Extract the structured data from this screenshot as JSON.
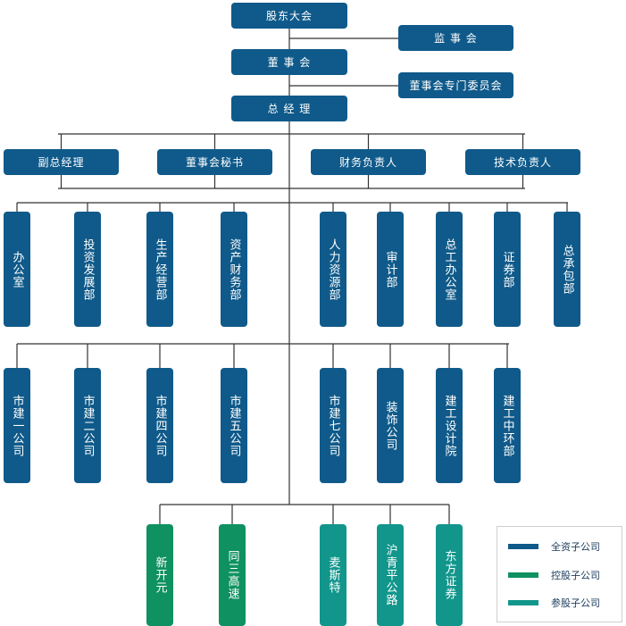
{
  "colors": {
    "full_owned": "#0f5a8a",
    "controlled": "#0f9162",
    "participating": "#12968c",
    "line": "#333333"
  },
  "top": {
    "shareholders": "股东大会",
    "supervisors": "监 事 会",
    "board": "董 事 会",
    "board_committees": "董事会专门委员会",
    "general_manager": "总 经 理"
  },
  "executives": [
    "副总经理",
    "董事会秘书",
    "财务负责人",
    "技术负责人"
  ],
  "departments": [
    "办公室",
    "投资发展部",
    "生产经营部",
    "资产财务部",
    "人力资源部",
    "审计部",
    "总工办公室",
    "证券部",
    "总承包部"
  ],
  "full_subsidiaries": [
    "市建一公司",
    "市建二公司",
    "市建四公司",
    "市建五公司",
    "市建七公司",
    "装饰公司",
    "建工设计院",
    "建工中环部"
  ],
  "held_companies": [
    {
      "name": "新开元",
      "kind": "controlled"
    },
    {
      "name": "同三高速",
      "kind": "controlled"
    },
    {
      "name": "麦斯特",
      "kind": "participating"
    },
    {
      "name": "沪青平公路",
      "kind": "participating"
    },
    {
      "name": "东方证券",
      "kind": "participating"
    }
  ],
  "legend": [
    {
      "label": "全资子公司",
      "color": "#0f5a8a"
    },
    {
      "label": "控股子公司",
      "color": "#0f9162"
    },
    {
      "label": "参股子公司",
      "color": "#12968c"
    }
  ]
}
